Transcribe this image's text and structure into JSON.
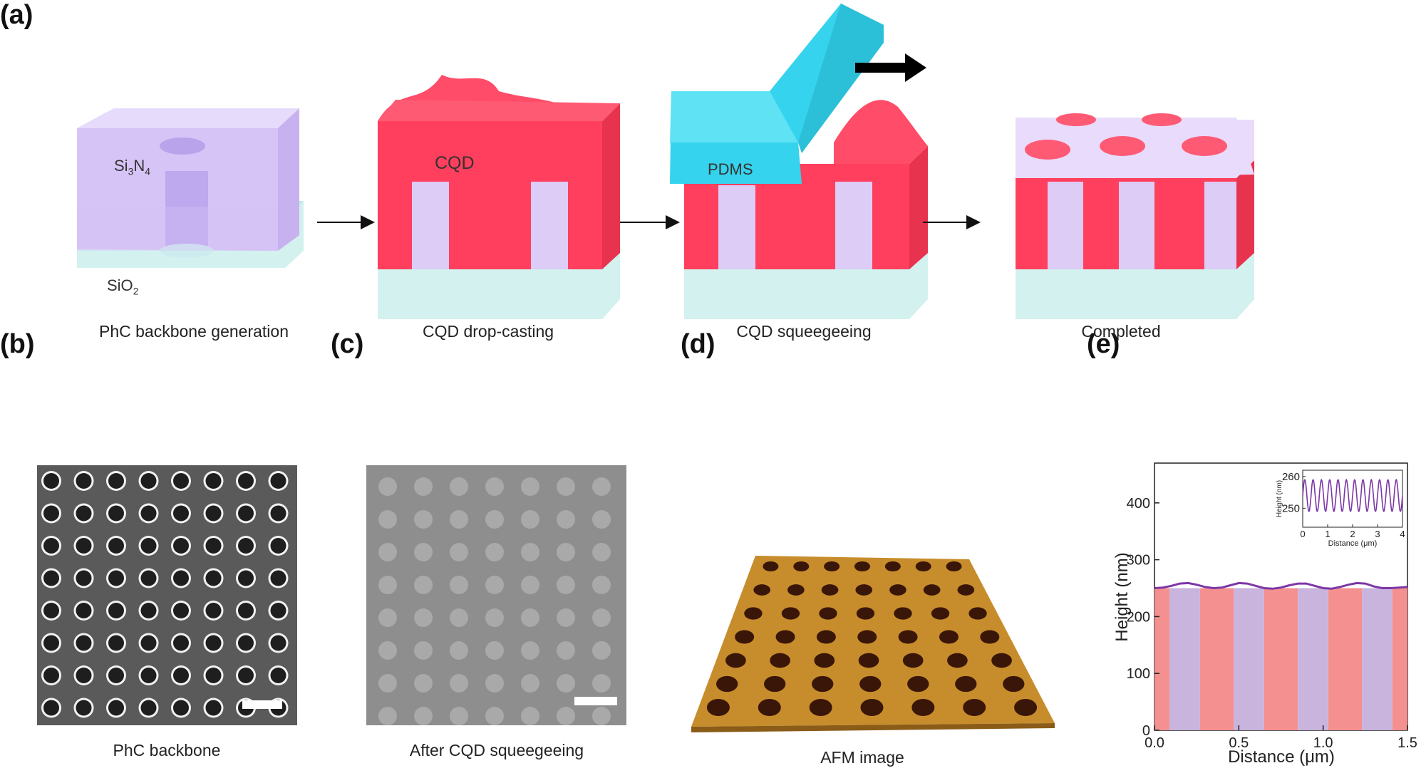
{
  "figure": {
    "panel_labels": {
      "a": "(a)",
      "b": "(b)",
      "c": "(c)",
      "d": "(d)",
      "e": "(e)"
    },
    "step_captions": [
      "PhC backbone generation",
      "CQD drop-casting",
      "CQD squeegeeing",
      "Completed"
    ],
    "material_labels": {
      "si3n4_main": "Si",
      "si3n4_sub1": "3",
      "si3n4_mid": "N",
      "si3n4_sub2": "4",
      "sio2_main": "SiO",
      "sio2_sub": "2",
      "cqd": "CQD",
      "pdms": "PDMS"
    },
    "image_captions": {
      "b": "PhC backbone",
      "c": "After CQD squeegeeing",
      "d": "AFM image"
    },
    "colors": {
      "si3n4": "#d9c8f4",
      "sio2": "#d3f1ef",
      "cqd": "#ff3f5d",
      "pdms": "#35d3ed",
      "afm": "#c78d2c"
    }
  },
  "chart_data": [
    {
      "type": "area",
      "xlabel": "Distance (μm)",
      "ylabel": "Height (nm)",
      "xlim": [
        0,
        1.5
      ],
      "ylim": [
        0,
        470
      ],
      "xticks": [
        "0.0",
        "0.5",
        "1.0",
        "1.5"
      ],
      "yticks": [
        "0",
        "100",
        "200",
        "300",
        "400"
      ],
      "x": [
        0,
        0.05,
        0.1,
        0.15,
        0.2,
        0.25,
        0.3,
        0.35,
        0.4,
        0.45,
        0.5,
        0.55,
        0.6,
        0.65,
        0.7,
        0.75,
        0.8,
        0.85,
        0.9,
        0.95,
        1.0,
        1.05,
        1.1,
        1.15,
        1.2,
        1.25,
        1.3,
        1.35,
        1.4,
        1.45,
        1.5
      ],
      "y": [
        250,
        251,
        254,
        258,
        259,
        256,
        252,
        250,
        251,
        255,
        259,
        258,
        254,
        250,
        249,
        251,
        255,
        258,
        258,
        254,
        250,
        249,
        252,
        256,
        259,
        258,
        253,
        250,
        250,
        251,
        252
      ],
      "bands": {
        "cqd": [
          [
            0,
            0.09
          ],
          [
            0.27,
            0.47
          ],
          [
            0.65,
            0.85
          ],
          [
            1.03,
            1.23
          ],
          [
            1.41,
            1.5
          ]
        ],
        "si3n4": [
          [
            0.09,
            0.27
          ],
          [
            0.47,
            0.65
          ],
          [
            0.85,
            1.03
          ],
          [
            1.23,
            1.41
          ]
        ]
      }
    },
    {
      "type": "line",
      "xlabel": "Distance (μm)",
      "ylabel": "Height (nm)",
      "xlim": [
        0,
        4
      ],
      "ylim": [
        244,
        262
      ],
      "xticks": [
        "0",
        "1",
        "2",
        "3",
        "4"
      ],
      "yticks": [
        "250",
        "260"
      ],
      "periods": 12,
      "center": 254,
      "amplitude": 5
    }
  ]
}
